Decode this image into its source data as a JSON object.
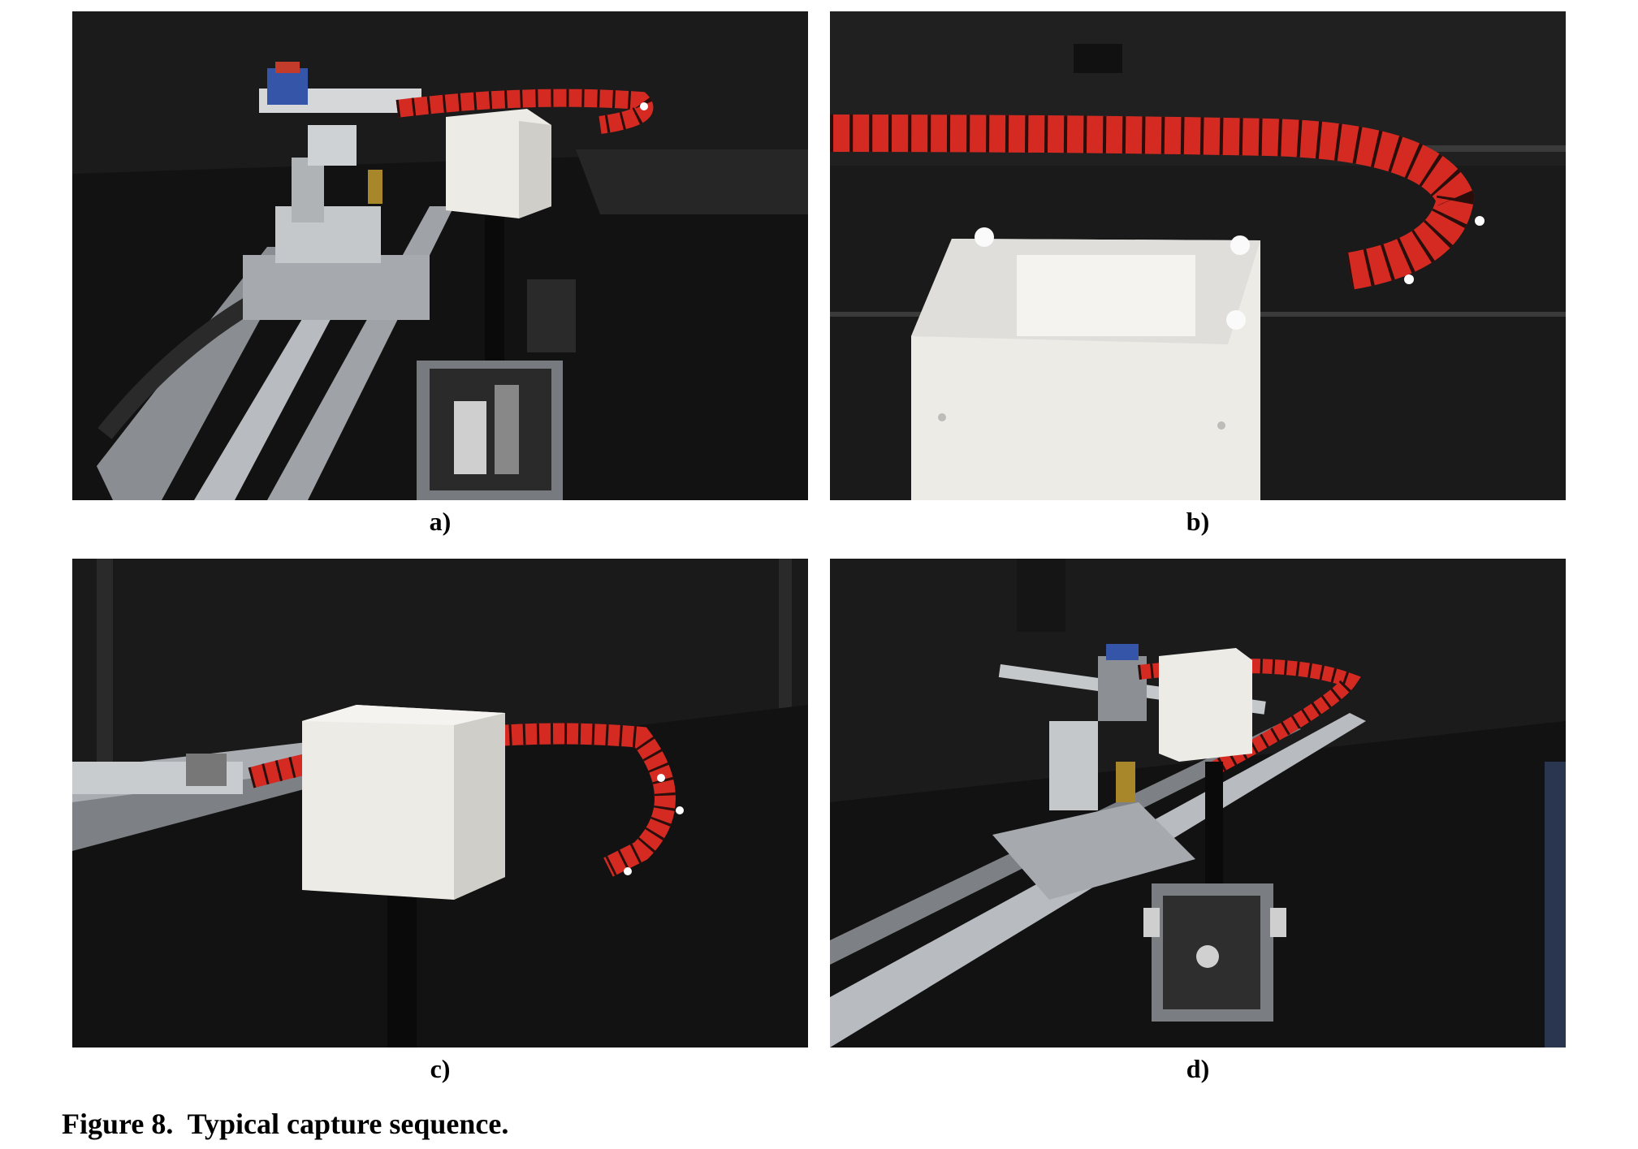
{
  "figure": {
    "panels": [
      {
        "id": "a",
        "label": "a)"
      },
      {
        "id": "b",
        "label": "b)"
      },
      {
        "id": "c",
        "label": "c)"
      },
      {
        "id": "d",
        "label": "d)"
      }
    ],
    "caption": "Figure 8.  Typical capture sequence."
  },
  "colors": {
    "arm_red": "#d42a22",
    "floor": "#151515",
    "wall": "#1b1b1b",
    "box_white": "#ecebe6",
    "rail_silver": "#b8bcc0"
  }
}
